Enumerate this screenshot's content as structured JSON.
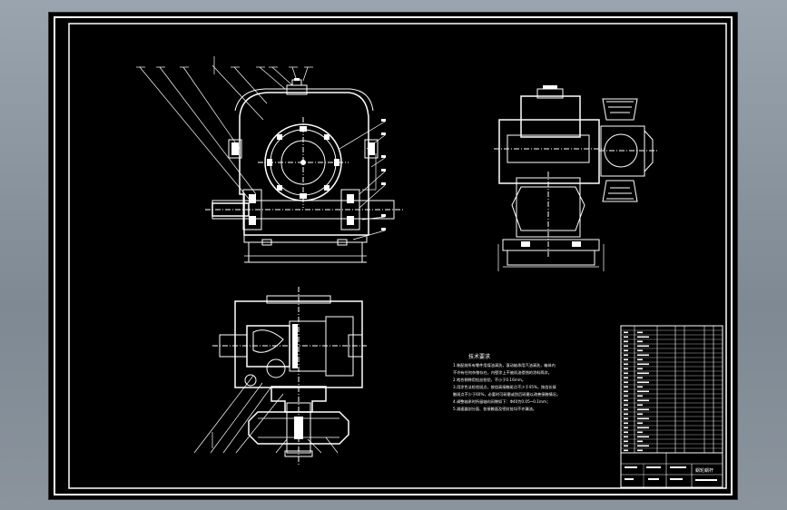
{
  "drawing": {
    "notes_title": "技术要求",
    "notes": [
      "1.装配前所有零件用煤油清洗，滚动轴承用汽油清洗，箱体内",
      "  不许有任何杂物存在，内壁涂上不被机油侵蚀的涂料两次。",
      "2.啮合侧隙用铅丝检验，不小于0.16mm。",
      "3.用涂色法检验斑点，按齿高接触斑点不少于45%，按齿长接",
      "  触斑点不少于60%，必要时可研磨或刮后研磨以改善接触情况。",
      "4.调整轴承时所留轴向间隙如下：Φ40为0.05~0.1mm；",
      "5.减速器剖分面、各接触面及密封处均不许漏油。"
    ],
    "title_block_text": "蜗轮蜗杆"
  }
}
